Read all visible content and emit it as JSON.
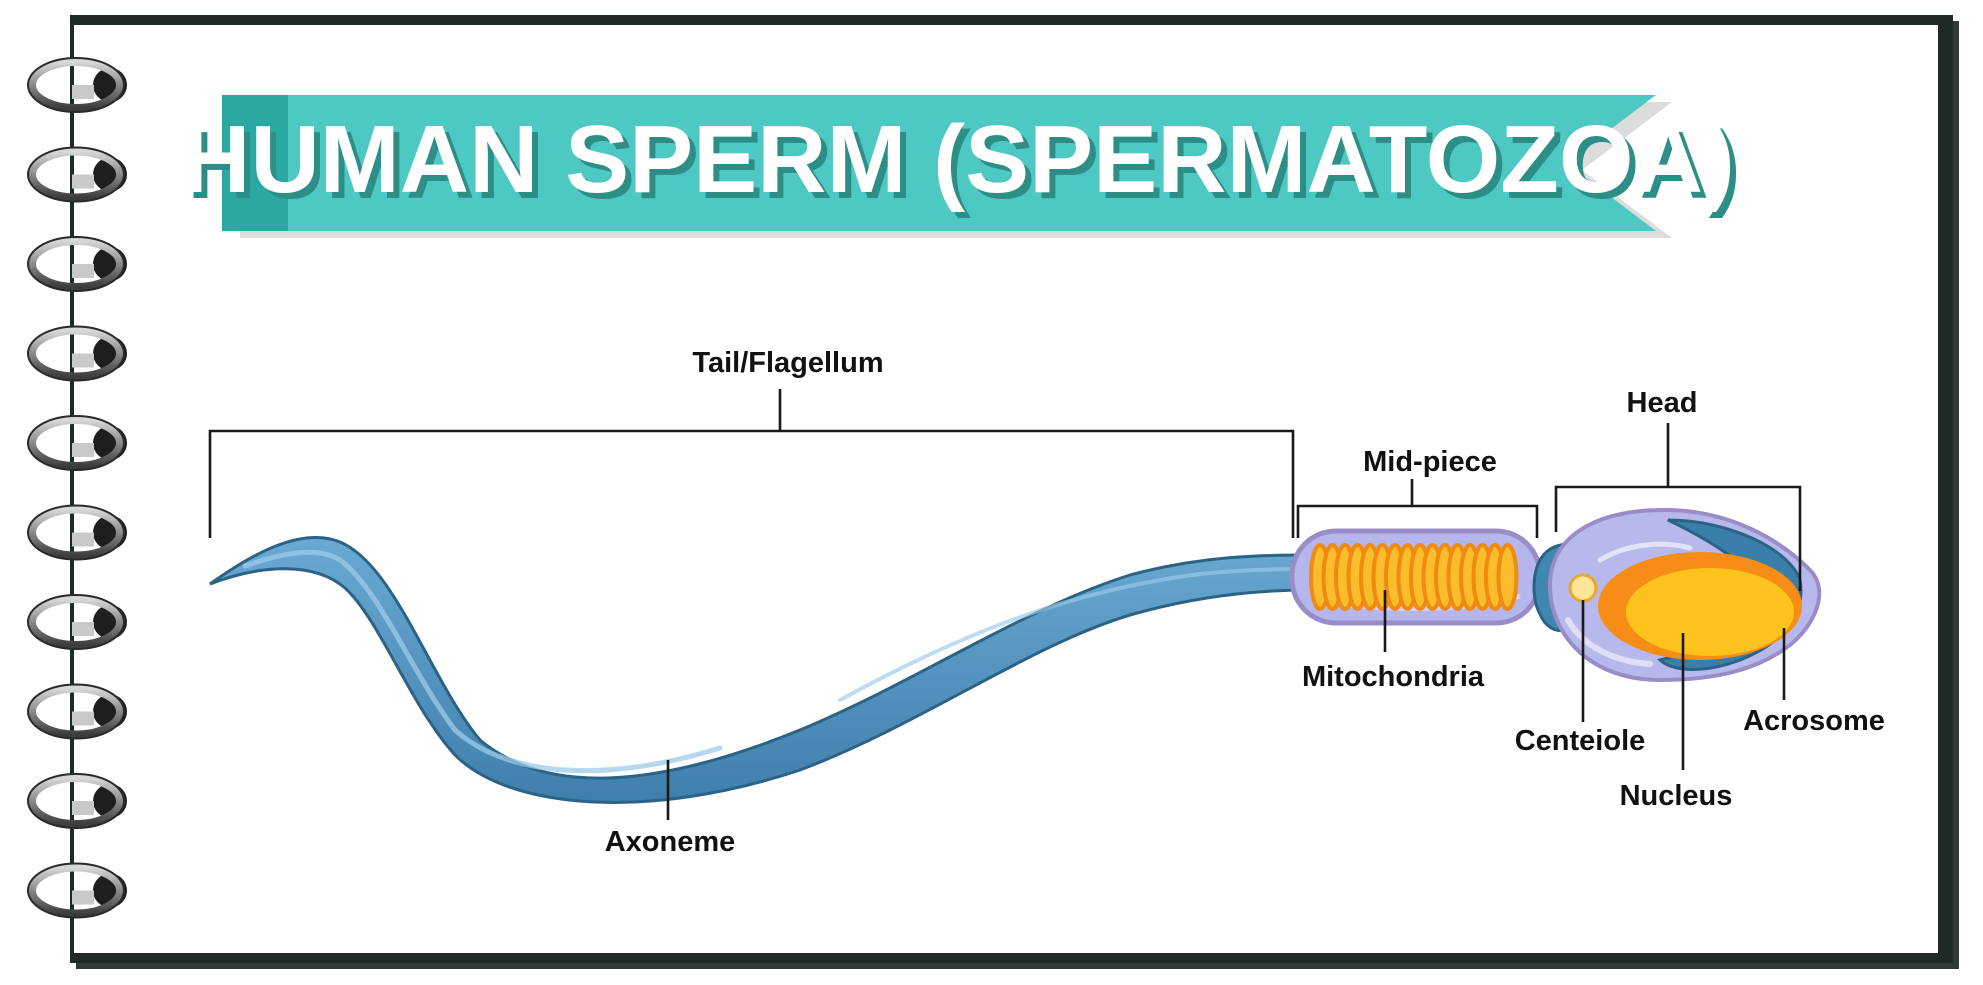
{
  "title": "HUMAN SPERM (SPERMATOZOA)",
  "labels": {
    "tail": "Tail/Flagellum",
    "midpiece": "Mid-piece",
    "head": "Head",
    "mitochondria": "Mitochondria",
    "axoneme": "Axoneme",
    "centeiole": "Centeiole",
    "nucleus": "Nucleus",
    "acrosome": "Acrosome"
  },
  "colors": {
    "banner": "#4ec8c2",
    "banner_dark": "#2aa8a2",
    "tail": "#4d90bc",
    "tail_outline": "#2b6386",
    "midpiece": "#b4b6ec",
    "mitochondria": "#f8a014",
    "head": "#b7b8ec",
    "acrosome": "#3a7fa8",
    "nucleus_outer": "#f58d17",
    "nucleus_inner": "#fcc31d",
    "centriole": "#ffe59a"
  }
}
